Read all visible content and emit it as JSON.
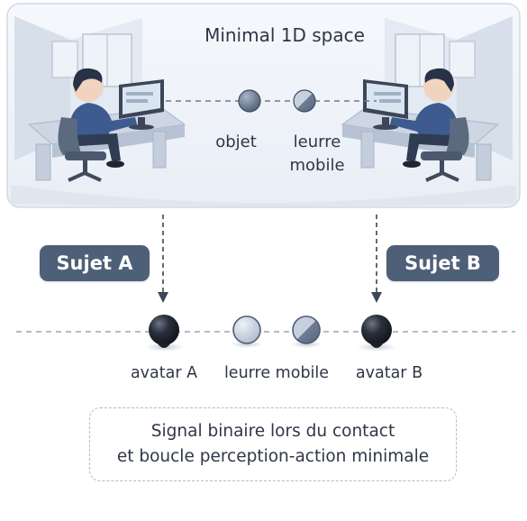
{
  "top_panel": {
    "title": "Minimal 1D space",
    "object_label": "objet",
    "decoy_label_line1": "leurre",
    "decoy_label_line2": "mobile"
  },
  "subjects": {
    "a": "Sujet A",
    "b": "Sujet B"
  },
  "track": {
    "avatar_a": "avatar A",
    "decoy": "leurre mobile",
    "avatar_b": "avatar B"
  },
  "caption": {
    "line1": "Signal binaire lors du contact",
    "line2": "et boucle perception-action minimale"
  },
  "colors": {
    "accent": "#4e6077",
    "avatar": "#1f2530",
    "track": "#7b8696"
  }
}
